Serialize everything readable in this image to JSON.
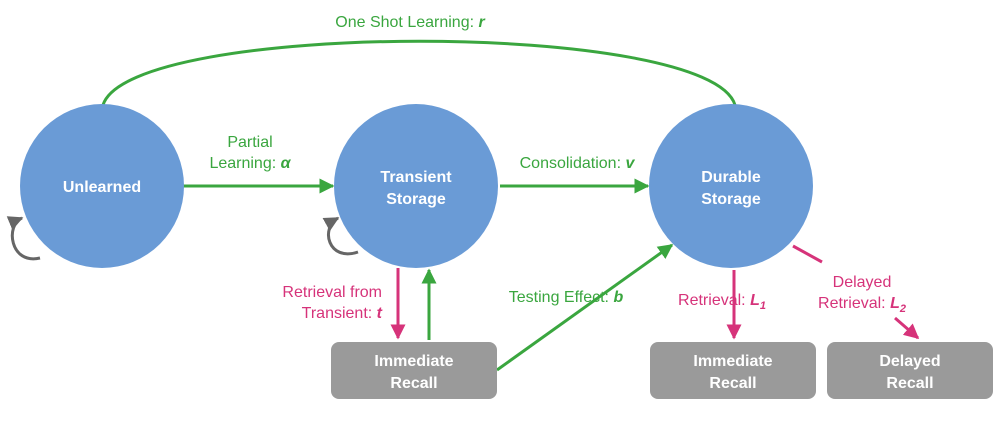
{
  "states": {
    "unlearned": "Unlearned",
    "transient": [
      "Transient",
      "Storage"
    ],
    "durable": [
      "Durable",
      "Storage"
    ]
  },
  "boxes": {
    "immediate_recall_1": [
      "Immediate",
      "Recall"
    ],
    "immediate_recall_2": [
      "Immediate",
      "Recall"
    ],
    "delayed_recall": [
      "Delayed",
      "Recall"
    ]
  },
  "transitions": {
    "one_shot": {
      "text": "One Shot Learning: ",
      "var": "r"
    },
    "partial": {
      "line1": "Partial",
      "line2": "Learning: ",
      "var": "α"
    },
    "consolidation": {
      "text": "Consolidation: ",
      "var": "v"
    },
    "retrieval_transient": {
      "line1": "Retrieval from",
      "line2": "Transient: ",
      "var": "t"
    },
    "testing_effect": {
      "text": "Testing Effect: ",
      "var": "b"
    },
    "retrieval_l1": {
      "text": "Retrieval: ",
      "var": "L",
      "sub": "1"
    },
    "delayed_retrieval": {
      "line1": "Delayed",
      "line2": "Retrieval: ",
      "var": "L",
      "sub": "2"
    }
  },
  "colors": {
    "state_fill": "#6a9bd6",
    "box_fill": "#9a9a9a",
    "green": "#3aa63f",
    "pink": "#d6337a",
    "loop": "#666666"
  }
}
